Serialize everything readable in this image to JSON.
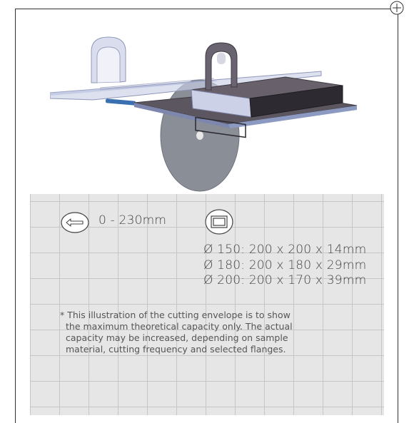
{
  "range": {
    "label": "0 - 230mm",
    "icon": "left-arrow-icon"
  },
  "capacity": {
    "icon": "rectangle-icon",
    "rows": [
      "Ø 150: 200 x 200 x 14mm",
      "Ø 180: 200 x 180 x 29mm",
      "Ø 200: 200 x 170 x 39mm"
    ]
  },
  "disclaimer": {
    "lines": [
      "* This illustration of the cutting envelope is to show",
      "the maximum theoretical capacity only. The actual",
      "capacity may be increased, depending on sample",
      "material, cutting frequency and selected flanges."
    ]
  },
  "colors": {
    "grid_background": "#e6e6e6",
    "grid_lines": "#c6c6c6",
    "text": "#444444",
    "blade": "#8a8e96",
    "slider_accent": "#3a6fb0"
  }
}
